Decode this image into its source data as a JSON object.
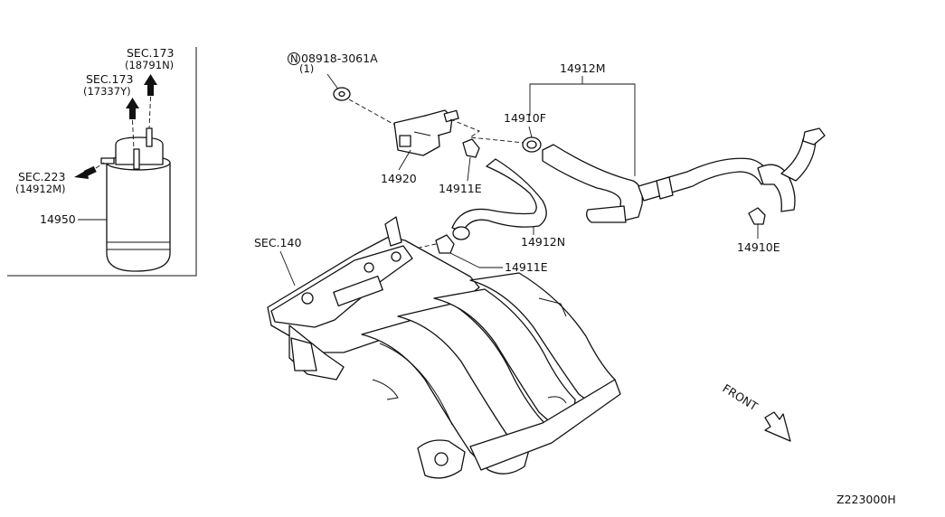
{
  "diagram": {
    "inset": {
      "sec173_a_line1": "SEC.173",
      "sec173_a_line2": "(18791N)",
      "sec173_b_line1": "SEC.173",
      "sec173_b_line2": "(17337Y)",
      "sec223_line1": "SEC.223",
      "sec223_line2": "(14912M)",
      "canister_part": "14950"
    },
    "labels": {
      "bolt_part": "08918-3061A",
      "bolt_qty": "(1)",
      "bolt_marker": "N",
      "solenoid_valve": "14920",
      "clamp_f": "14910F",
      "hose_m": "14912M",
      "clip_e_upper": "14911E",
      "hose_n": "14912N",
      "clip_e_lower": "14911E",
      "clamp_e": "14910E",
      "manifold_section": "SEC.140"
    },
    "front_label": "FRONT",
    "diagram_code": "Z223000H"
  }
}
